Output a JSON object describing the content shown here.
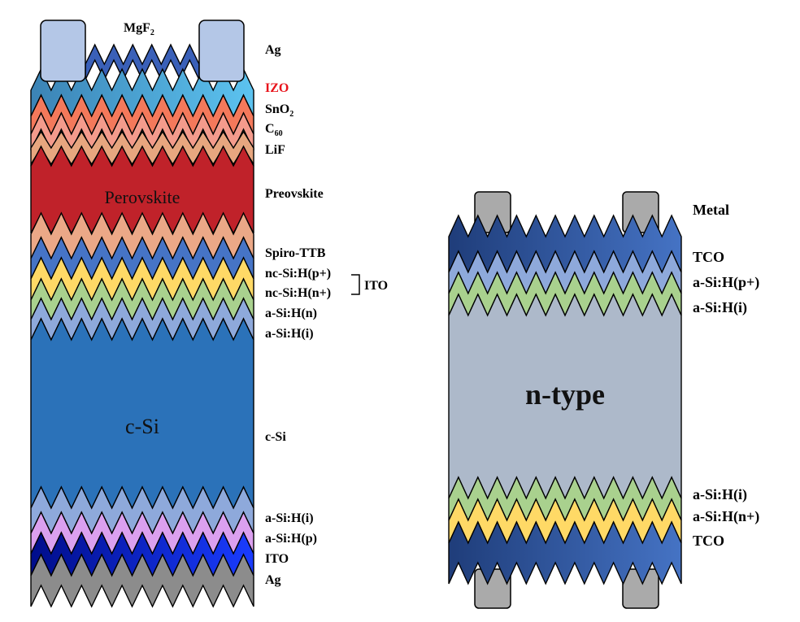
{
  "left_stack": {
    "mgf2_label": "MgF",
    "mgf2_sub": "2",
    "perovskite_text": "Perovskite",
    "csi_text": "c-Si",
    "ito_bracket_label": "ITO",
    "labels": [
      {
        "id": "ag-top",
        "text": "Ag"
      },
      {
        "id": "izo",
        "text": "IZO",
        "color": "#e8131b"
      },
      {
        "id": "sno2",
        "text": "SnO",
        "sub": "2"
      },
      {
        "id": "c60",
        "text": "C",
        "sub": "60"
      },
      {
        "id": "lif",
        "text": "LiF"
      },
      {
        "id": "perovskite",
        "text": "Preovskite"
      },
      {
        "id": "spiro-ttb",
        "text": "Spiro-TTB"
      },
      {
        "id": "nc-si-p",
        "text": "nc-Si:H(p+)"
      },
      {
        "id": "nc-si-n",
        "text": "nc-Si:H(n+)"
      },
      {
        "id": "asi-n",
        "text": "a-Si:H(n)"
      },
      {
        "id": "asi-i-top",
        "text": "a-Si:H(i)"
      },
      {
        "id": "csi",
        "text": "c-Si"
      },
      {
        "id": "asi-i-bottom",
        "text": "a-Si:H(i)"
      },
      {
        "id": "asi-p",
        "text": "a-Si:H(p)"
      },
      {
        "id": "ito-bottom",
        "text": "ITO"
      },
      {
        "id": "ag-bottom",
        "text": "Ag"
      }
    ]
  },
  "right_stack": {
    "center_text": "n-type",
    "labels": [
      {
        "id": "metal",
        "text": "Metal"
      },
      {
        "id": "tco-top",
        "text": "TCO"
      },
      {
        "id": "asi-p-plus",
        "text": "a-Si:H(p+)"
      },
      {
        "id": "asi-i-top",
        "text": "a-Si:H(i)"
      },
      {
        "id": "asi-i-bottom",
        "text": "a-Si:H(i)"
      },
      {
        "id": "asi-n-plus",
        "text": "a-Si:H(n+)"
      },
      {
        "id": "tco-bottom",
        "text": "TCO"
      }
    ]
  },
  "colors": {
    "ag_contact": "#b4c7e7",
    "mgf2_blue": "#3a60b8",
    "izo": "#4fa3d8",
    "sno2": "#f4795b",
    "c60": "#f49b8c",
    "lif": "#e7a67f",
    "perovskite": "#c0222a",
    "spiro": "#eba887",
    "blue_layer": "#4674c6",
    "yellow": "#ffd966",
    "green": "#a9d18e",
    "lightblue": "#8ea9db",
    "csi": "#2b72b9",
    "violet": "#dba0ef",
    "ito_dark": "#1a1ab8",
    "ag_gray": "#8c8c8c",
    "ntype": "#adb9ca",
    "tco_dark": "#2e4f8f",
    "metal_gray": "#aaaaaa",
    "label_red": "#e8131b"
  }
}
